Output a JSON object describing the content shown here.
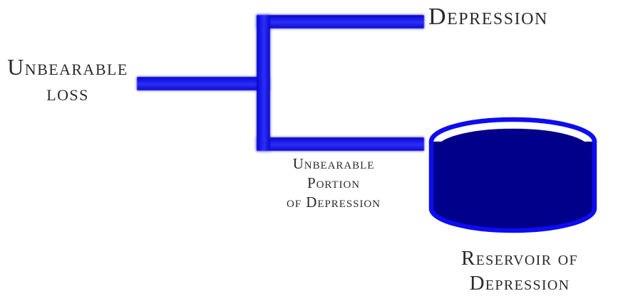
{
  "title": "Unbearable loss and reservoir of depression diagram",
  "colors": {
    "background": "#ffffff",
    "pipe_blue": "#1e1ef0",
    "reservoir_fill": "#00008b",
    "reservoir_outline": "#0d0df0",
    "reservoir_rim_fill": "#ffffff",
    "text": "#2b2b2b"
  },
  "labels": {
    "source": {
      "line1": "Unbearable",
      "line2": "loss"
    },
    "depression": "Depression",
    "unbearable_portion": {
      "line1": "Unbearable",
      "line2": "Portion",
      "line3": "of Depression"
    },
    "reservoir": {
      "line1": "Reservoir of",
      "line2": "Depression"
    }
  }
}
